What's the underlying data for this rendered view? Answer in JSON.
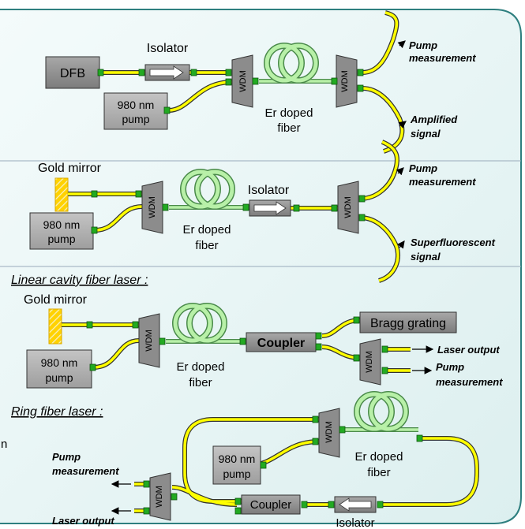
{
  "sections": {
    "amplifier": {
      "dfb": "DFB",
      "isolator": "Isolator",
      "wdm_in": "WDM",
      "wdm_out": "WDM",
      "pump_line1": "980 nm",
      "pump_line2": "pump",
      "fiber_line1": "Er doped",
      "fiber_line2": "fiber",
      "out_pump_line1": "Pump",
      "out_pump_line2": "measurement",
      "out_signal_line1": "Amplified",
      "out_signal_line2": "signal"
    },
    "superfluorescent": {
      "mirror": "Gold mirror",
      "isolator": "Isolator",
      "wdm_in": "WDM",
      "wdm_out": "WDM",
      "pump_line1": "980 nm",
      "pump_line2": "pump",
      "fiber_line1": "Er doped",
      "fiber_line2": "fiber",
      "out_pump_line1": "Pump",
      "out_pump_line2": "measurement",
      "out_signal_line1": "Superfluorescent",
      "out_signal_line2": "signal"
    },
    "linear_laser": {
      "header": "Linear cavity fiber laser :",
      "mirror": "Gold mirror",
      "wdm_in": "WDM",
      "wdm_out": "WDM",
      "pump_line1": "980 nm",
      "pump_line2": "pump",
      "fiber_line1": "Er doped",
      "fiber_line2": "fiber",
      "coupler": "Coupler",
      "bragg": "Bragg grating",
      "laser_output": "Laser output",
      "out_pump_line1": "Pump",
      "out_pump_line2": "measurement"
    },
    "ring_laser": {
      "header": "Ring fiber laser :",
      "wdm_pump": "WDM",
      "wdm_out": "WDM",
      "pump_line1": "980 nm",
      "pump_line2": "pump",
      "fiber_line1": "Er doped",
      "fiber_line2": "fiber",
      "coupler": "Coupler",
      "isolator": "Isolator",
      "out_pump_line1": "Pump",
      "out_pump_line2": "measurement",
      "laser_output": "Laser output",
      "edge_char": "n"
    }
  },
  "colors": {
    "fiber_yellow": "#FFFF00",
    "er_fiber": "#B8F0A8",
    "connector": "#22AA22",
    "component_gray": "#8C8C8C",
    "pump_box": "#B4B4B4",
    "mirror": "#F5C400",
    "border_teal": "#2E7F7F"
  }
}
